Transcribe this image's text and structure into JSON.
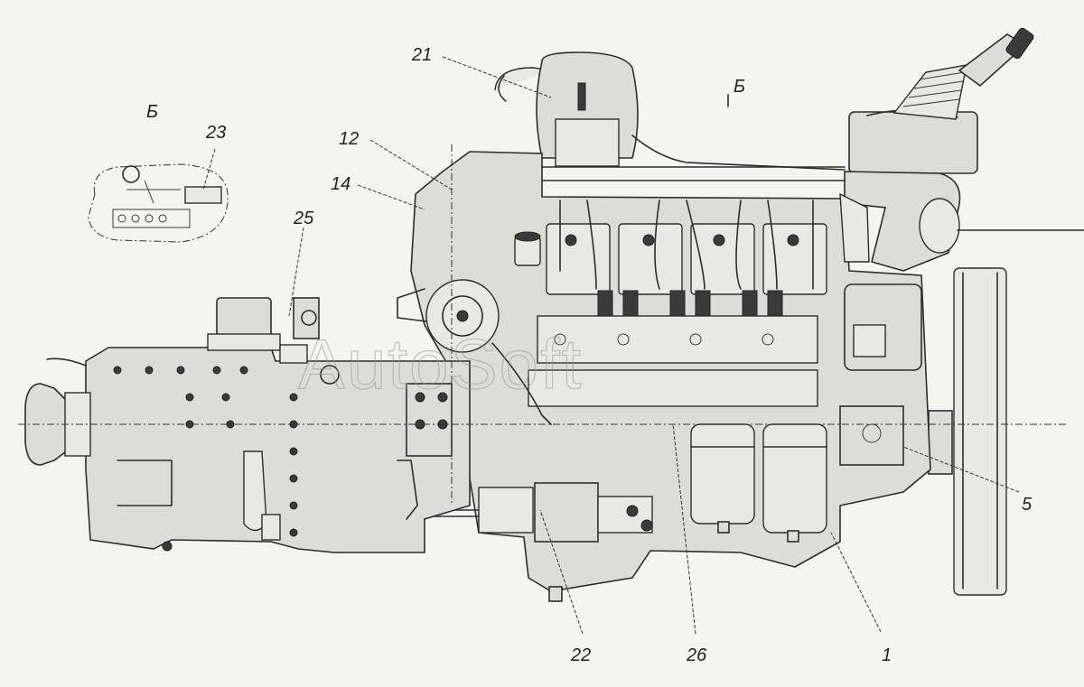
{
  "view_marks": {
    "inset_label": "Б",
    "arrow_label": "Б"
  },
  "callouts": [
    {
      "id": "c21",
      "label": "21"
    },
    {
      "id": "c23",
      "label": "23"
    },
    {
      "id": "c12",
      "label": "12"
    },
    {
      "id": "c14",
      "label": "14"
    },
    {
      "id": "c25",
      "label": "25"
    },
    {
      "id": "c5",
      "label": "5"
    },
    {
      "id": "c22",
      "label": "22"
    },
    {
      "id": "c26",
      "label": "26"
    },
    {
      "id": "c1",
      "label": "1"
    }
  ],
  "watermark": "AutoSoft"
}
